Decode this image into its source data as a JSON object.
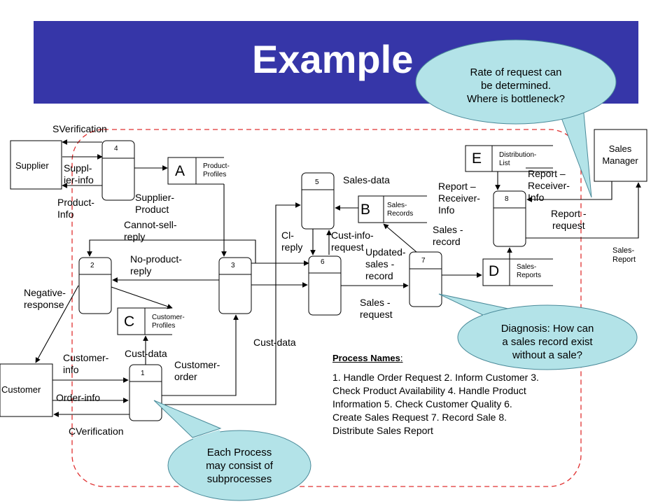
{
  "title": "Example",
  "colors": {
    "banner": "#3636a8",
    "callout_fill": "#b3e3e8",
    "boundary": "#e03030"
  },
  "entities": {
    "supplier": "Supplier",
    "customer": "Customer",
    "sales_manager": "Sales\nManager"
  },
  "processes": {
    "p1": "1",
    "p2": "2",
    "p3": "3",
    "p4": "4",
    "p5": "5",
    "p6": "6",
    "p7": "7",
    "p8": "8"
  },
  "stores": {
    "a": {
      "id": "A",
      "name": "Product-\nProfiles"
    },
    "b": {
      "id": "B",
      "name": "Sales-\nRecords"
    },
    "c": {
      "id": "C",
      "name": "Customer-\nProfiles"
    },
    "d": {
      "id": "D",
      "name": "Sales-\nReports"
    },
    "e": {
      "id": "E",
      "name": "Distribution-\nList"
    }
  },
  "flows": {
    "sverification": "SVerification",
    "suppl_ier_info": "Suppl-\nier-info",
    "product_info": "Product-\nInfo",
    "supplier_product": "Supplier-\nProduct",
    "cannot_sell_reply": "Cannot-sell-\nreply",
    "no_product_reply": "No-product-\nreply",
    "negative_response": "Negative-\nresponse",
    "sales_data": "Sales-data",
    "cl_reply": "Cl-\nreply",
    "cust_info_request": "Cust-info-\nrequest",
    "updated_sales_record": "Updated-\nsales -\nrecord",
    "sales_request": "Sales -\nrequest",
    "sales_record": "Sales -\nrecord",
    "report_receiver_info_1": "Report –\nReceiver-\nInfo",
    "report_receiver_info_2": "Report –\nReceiver-\nInfo",
    "report_request": "Report -\nrequest",
    "sales_report": "Sales-\nReport",
    "cust_data_1": "Cust-data",
    "cust_data_2": "Cust-data",
    "customer_info": "Customer-\ninfo",
    "customer_order": "Customer-\norder",
    "order_info": "Order-info",
    "cverification": "CVerification"
  },
  "callouts": {
    "bottleneck": "Rate of request can\nbe determined.\nWhere is bottleneck?",
    "diagnosis": "Diagnosis: How can\na sales record exist\nwithout a sale?",
    "subprocess": "Each Process\nmay consist of\nsubprocesses"
  },
  "process_names": {
    "heading": "Process Names",
    "body": "1. Handle Order Request 2. Inform Customer 3. Check Product Availability 4. Handle Product Information 5. Check Customer Quality 6. Create Sales Request 7. Record Sale 8. Distribute Sales Report"
  }
}
